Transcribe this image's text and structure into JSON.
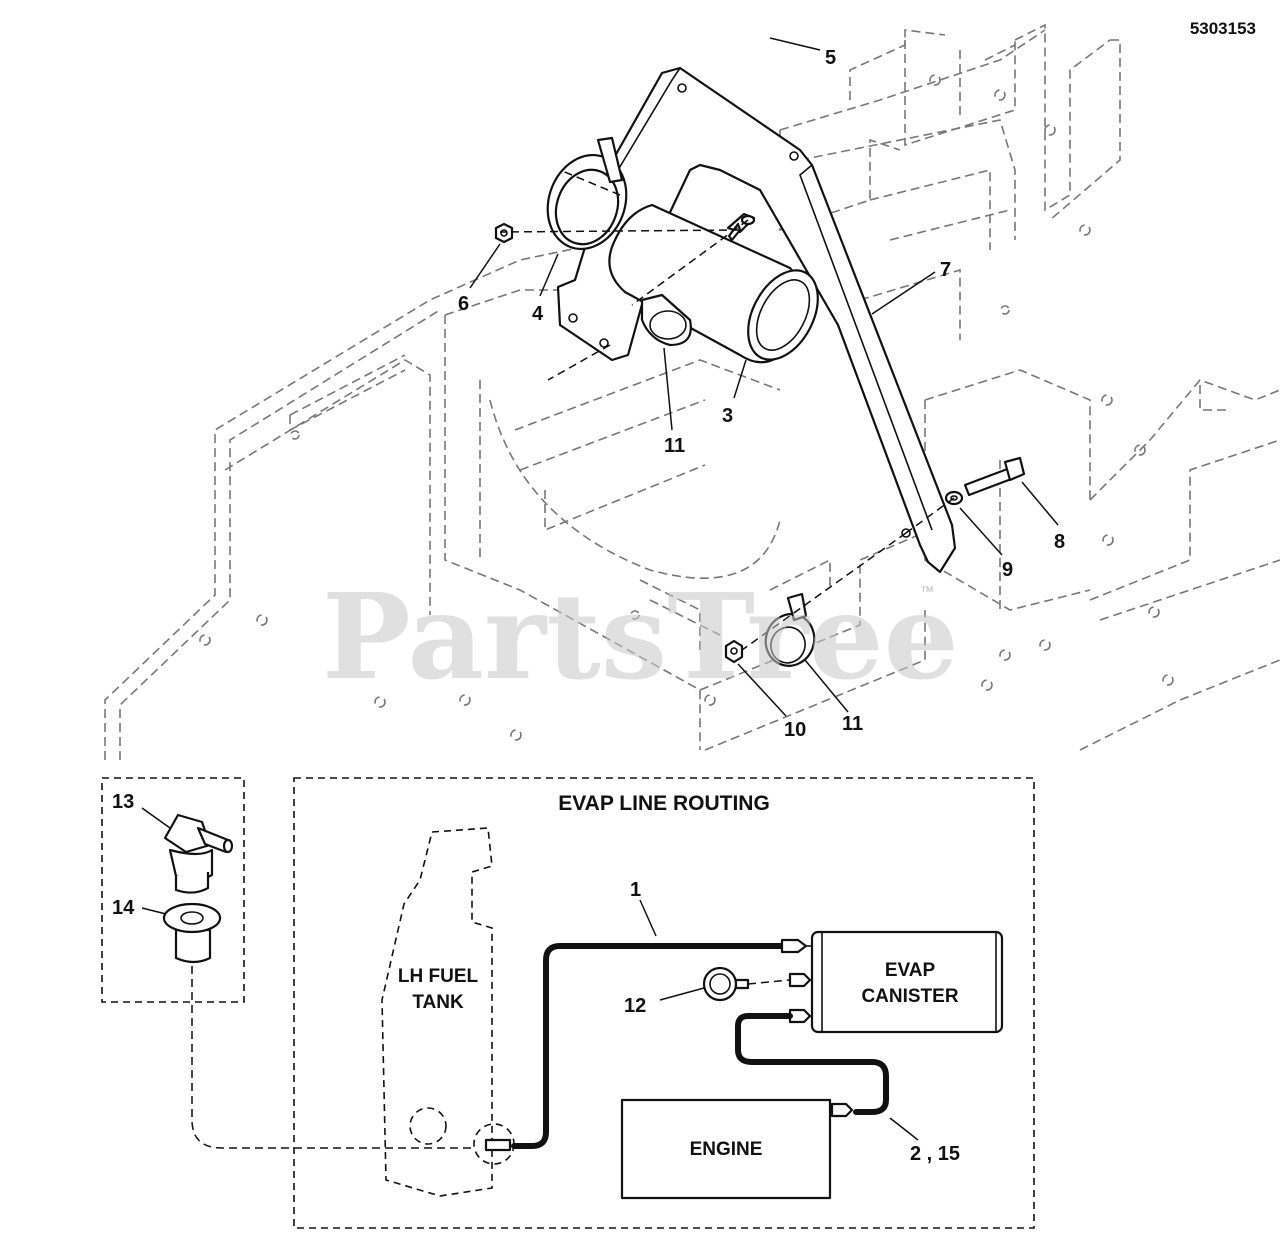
{
  "document_id": "5303153",
  "watermark": {
    "text": "PartsTree",
    "trademark": "™"
  },
  "callouts": {
    "c5": "5",
    "c7": "7",
    "c6": "6",
    "c4": "4",
    "c3": "3",
    "c11a": "11",
    "c8": "8",
    "c9": "9",
    "c10": "10",
    "c11b": "11",
    "c13": "13",
    "c14": "14",
    "c1": "1",
    "c12": "12",
    "c2_15": "2 , 15"
  },
  "evap_routing": {
    "title": "EVAP LINE ROUTING",
    "fuel_tank_line1": "LH FUEL",
    "fuel_tank_line2": "TANK",
    "canister_line1": "EVAP",
    "canister_line2": "CANISTER",
    "engine": "ENGINE"
  }
}
